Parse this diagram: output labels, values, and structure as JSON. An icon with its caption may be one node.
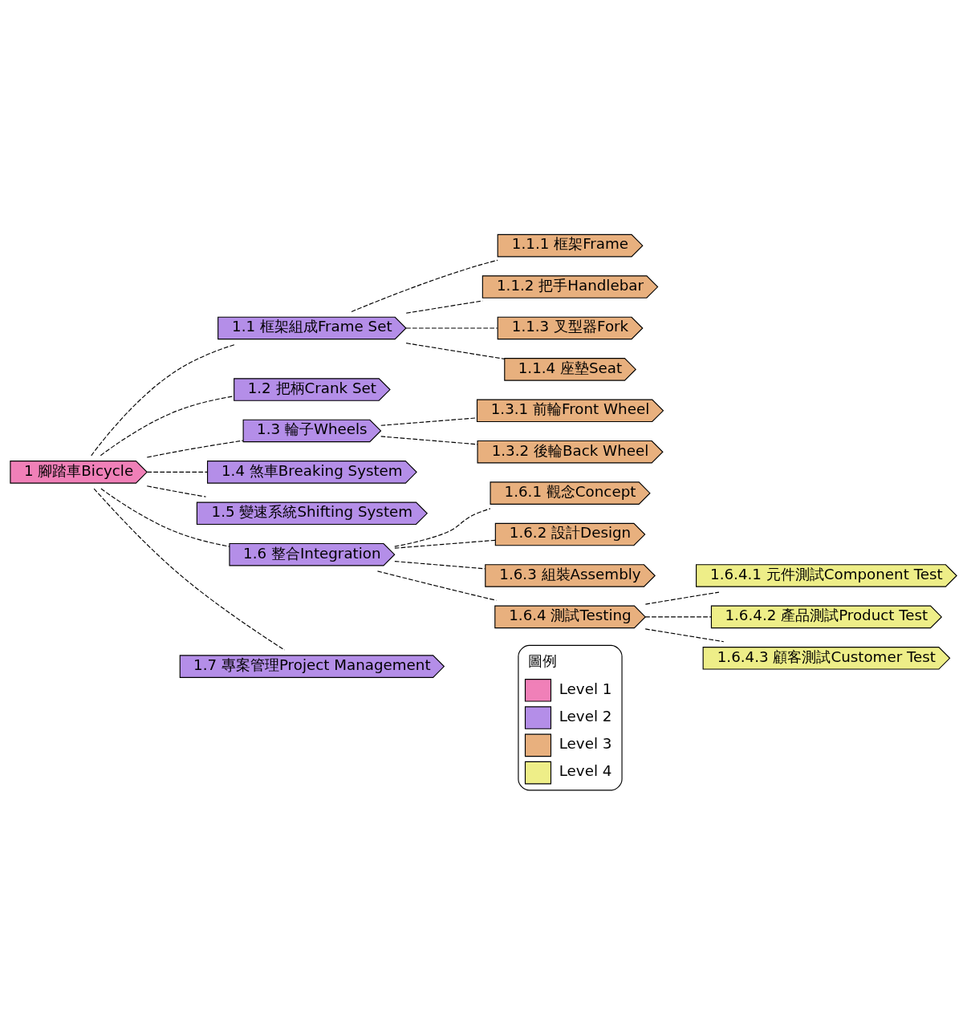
{
  "diagram": {
    "nodes": [
      {
        "text": [
          "1 腳踏車Bicycle"
        ]
      },
      {
        "text": [
          "1.1 框架組成Frame Set"
        ]
      },
      {
        "text": [
          "1.1.1 框架Frame"
        ]
      },
      {
        "text": [
          "1.1.2 把手Handlebar"
        ]
      },
      {
        "text": [
          "1.1.3 叉型器Fork"
        ]
      },
      {
        "text": [
          "1.1.4 座墊Seat"
        ]
      },
      {
        "text": [
          "1.2 把柄Crank Set"
        ]
      },
      {
        "text": [
          "1.3 輪子Wheels"
        ]
      },
      {
        "text": [
          "1.3.1 前輪Front Wheel"
        ]
      },
      {
        "text": [
          "1.3.2 後輪Back Wheel"
        ]
      },
      {
        "text": [
          "1.4 煞車Breaking System"
        ]
      },
      {
        "text": [
          "1.5 變速系統Shifting System"
        ]
      },
      {
        "text": [
          "1.6 整合Integration"
        ]
      },
      {
        "text": [
          "1.6.1 觀念Concept"
        ]
      },
      {
        "text": [
          "1.6.2 設計Design"
        ]
      },
      {
        "text": [
          "1.6.3 組裝Assembly"
        ]
      },
      {
        "text": [
          "1.6.4 測試Testing"
        ]
      },
      {
        "text": [
          "1.6.4.1 元件測試Component Test"
        ]
      },
      {
        "text": [
          "1.6.4.2 產品測試Product Test"
        ]
      },
      {
        "text": [
          "1.6.4.3 顧客測試Customer Test"
        ]
      },
      {
        "text": [
          "1.7 專案管理Project Management"
        ]
      }
    ],
    "edges": [
      {
        "from": 0,
        "to": 1,
        "arrow": "none",
        "style": "dashed"
      },
      {
        "from": 1,
        "to": 2,
        "arrow": "none",
        "style": "dashed"
      },
      {
        "from": 1,
        "to": 3,
        "arrow": "none",
        "style": "dashed"
      },
      {
        "from": 1,
        "to": 4,
        "arrow": "none",
        "style": "dashed"
      },
      {
        "from": 1,
        "to": 5,
        "arrow": "none",
        "style": "dashed"
      },
      {
        "from": 0,
        "to": 6,
        "arrow": "none",
        "style": "dashed"
      },
      {
        "from": 0,
        "to": 7,
        "arrow": "none",
        "style": "dashed"
      },
      {
        "from": 7,
        "to": 8,
        "arrow": "none",
        "style": "dashed"
      },
      {
        "from": 7,
        "to": 9,
        "arrow": "none",
        "style": "dashed"
      },
      {
        "from": 0,
        "to": 10,
        "arrow": "none",
        "style": "dashed"
      },
      {
        "from": 0,
        "to": 11,
        "arrow": "none",
        "style": "dashed"
      },
      {
        "from": 0,
        "to": 12,
        "arrow": "none",
        "style": "dashed"
      },
      {
        "from": 12,
        "to": 13,
        "arrow": "none",
        "style": "dashed"
      },
      {
        "from": 12,
        "to": 14,
        "arrow": "none",
        "style": "dashed"
      },
      {
        "from": 12,
        "to": 15,
        "arrow": "none",
        "style": "dashed"
      },
      {
        "from": 12,
        "to": 16,
        "arrow": "none",
        "style": "dashed"
      },
      {
        "from": 16,
        "to": 17,
        "arrow": "none",
        "style": "dashed"
      },
      {
        "from": 16,
        "to": 18,
        "arrow": "none",
        "style": "dashed"
      },
      {
        "from": 16,
        "to": 19,
        "arrow": "none",
        "style": "dashed"
      },
      {
        "from": 0,
        "to": 20,
        "arrow": "none",
        "style": "dashed"
      }
    ],
    "labels": [
      "圖例"
    ],
    "legend": [
      {
        "text": "Level 1",
        "color": "#f080b8"
      },
      {
        "text": "Level 2",
        "color": "#b48ee8"
      },
      {
        "text": "Level 3",
        "color": "#e8b07e"
      },
      {
        "text": "Level 4",
        "color": "#eeee88"
      }
    ]
  }
}
